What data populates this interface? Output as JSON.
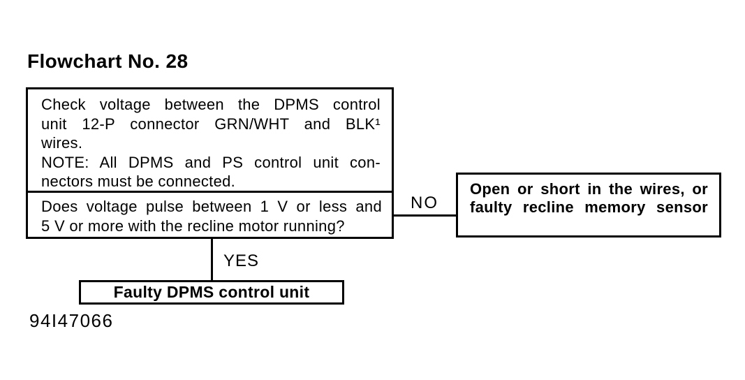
{
  "page": {
    "title": "Flowchart No. 28",
    "figure_id": "94I47066"
  },
  "flowchart": {
    "check_box": {
      "lines": [
        "Check voltage between the DPMS control",
        "unit 12-P connector GRN/WHT and BLK¹",
        "wires.",
        "NOTE: All DPMS and PS control unit con-",
        "nectors must be connected."
      ]
    },
    "question_box": {
      "lines": [
        "Does voltage pulse between 1 V or less and",
        "5 V or more with the recline motor running?"
      ]
    },
    "no_branch": {
      "label": "NO",
      "result_lines": [
        "Open or short in the wires, or",
        "faulty recline memory sensor"
      ]
    },
    "yes_branch": {
      "label": "YES",
      "result_text": "Faulty DPMS control unit"
    },
    "colors": {
      "ink": "#000000",
      "paper": "#ffffff"
    }
  }
}
